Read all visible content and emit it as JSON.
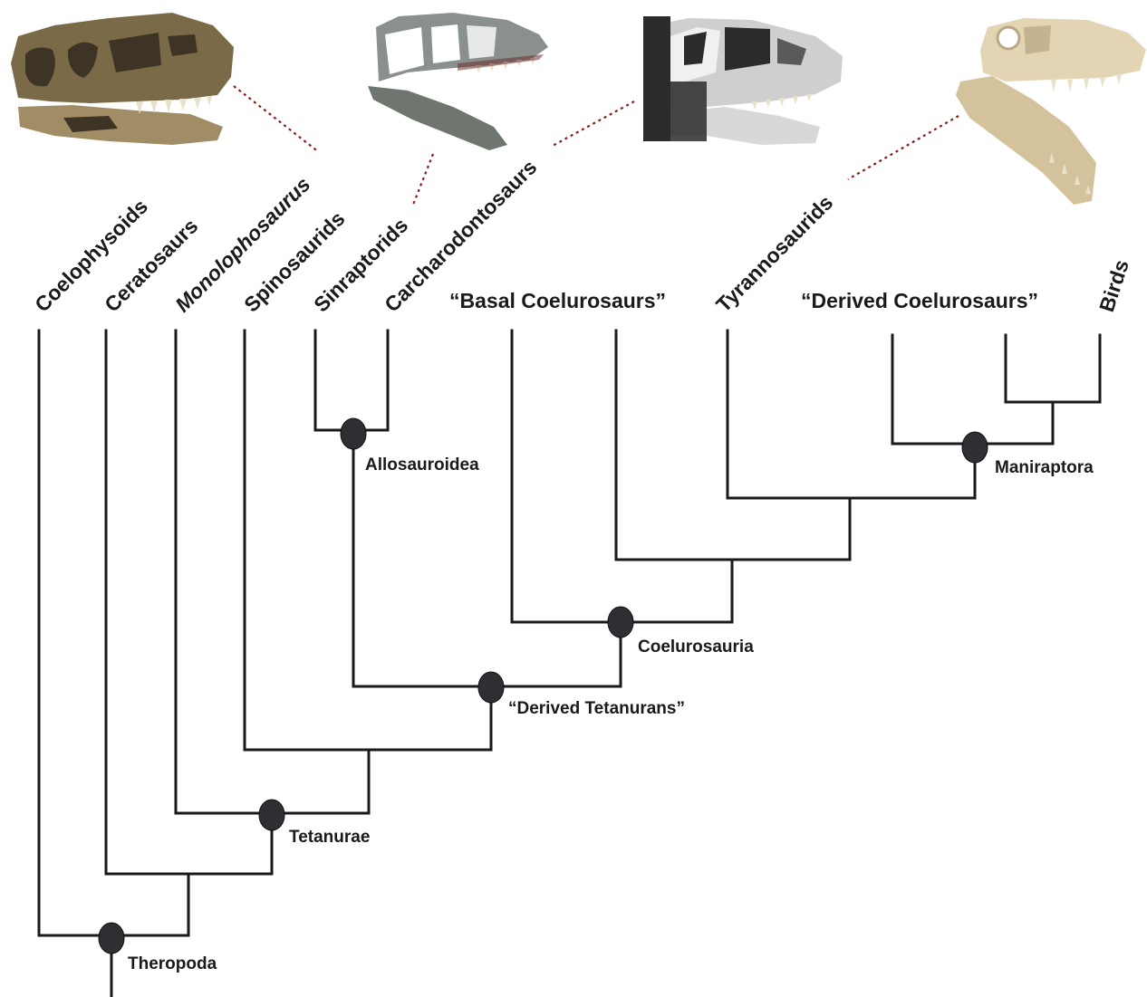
{
  "taxa": {
    "coelophysoids": "Coelophysoids",
    "ceratosaurs": "Ceratosaurs",
    "monolophosaurus": "Monolophosaurus",
    "spinosaurids": "Spinosaurids",
    "sinraptorids": "Sinraptorids",
    "carcharodontosaurs": "Carcharodontosaurs",
    "basal_coelurosaurs": "“Basal Coelurosaurs”",
    "tyrannosaurids": "Tyrannosaurids",
    "derived_coelurosaurs": "“Derived Coelurosaurs”",
    "birds": "Birds"
  },
  "nodes": {
    "theropoda": "Theropoda",
    "tetanurae": "Tetanurae",
    "derived_tetanurans": "“Derived Tetanurans”",
    "allosauroidea": "Allosauroidea",
    "coelurosauria": "Coelurosauria",
    "maniraptora": "Maniraptora"
  },
  "images": {
    "skull_1": "ceratosaur-skull-photo-icon",
    "skull_2": "sinraptor-skull-photo-icon",
    "skull_3": "carcharodontosaur-skull-drawing-icon",
    "skull_4": "tyrannosaur-skull-photo-icon"
  },
  "colors": {
    "lines": "#1a1a1a",
    "nodes": "#2e2e33",
    "leaders": "#8b1a1a"
  }
}
